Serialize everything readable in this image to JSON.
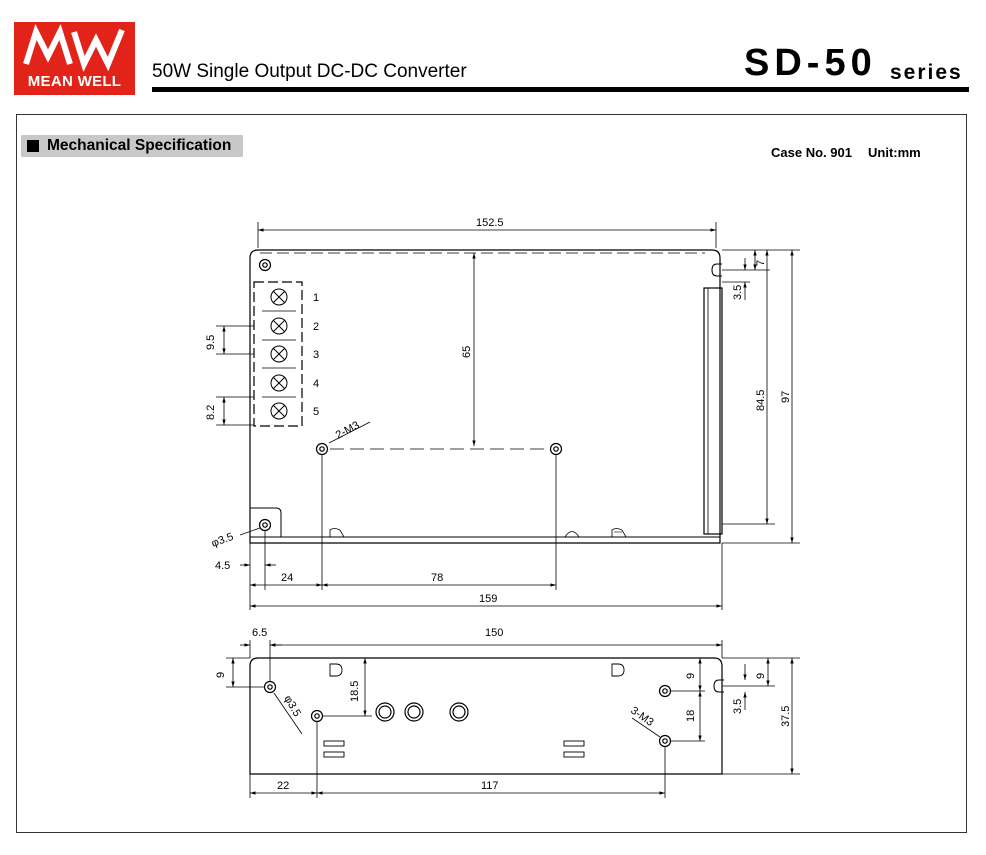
{
  "header": {
    "logo_text": "MEAN WELL",
    "title": "50W Single Output DC-DC Converter",
    "series_model": "SD-50",
    "series_word": "series"
  },
  "section": {
    "title": "Mechanical Specification",
    "case_no": "Case No. 901",
    "unit": "Unit:mm"
  },
  "top_view": {
    "terminal_numbers": [
      "1",
      "2",
      "3",
      "4",
      "5"
    ],
    "dims": {
      "width_top": "152.5",
      "height_65": "65",
      "pitch_9_5": "9.5",
      "pitch_8_2": "8.2",
      "screw_2m3": "2-M3",
      "hole_dia": "φ3.5",
      "offset_4_5": "4.5",
      "offset_24": "24",
      "span_78": "78",
      "total_159": "159",
      "right_7": "7",
      "right_3_5": "3.5",
      "right_84_5": "84.5",
      "right_97": "97"
    }
  },
  "side_view": {
    "dims": {
      "left_6_5": "6.5",
      "top_150": "150",
      "left_9": "9",
      "hole_dia": "φ3.5",
      "h_18_5": "18.5",
      "screw_3m3": "3-M3",
      "r_9": "9",
      "r_18": "18",
      "rr_9": "9",
      "rr_3_5": "3.5",
      "rr_37_5": "37.5",
      "bottom_22": "22",
      "bottom_117": "117"
    }
  }
}
